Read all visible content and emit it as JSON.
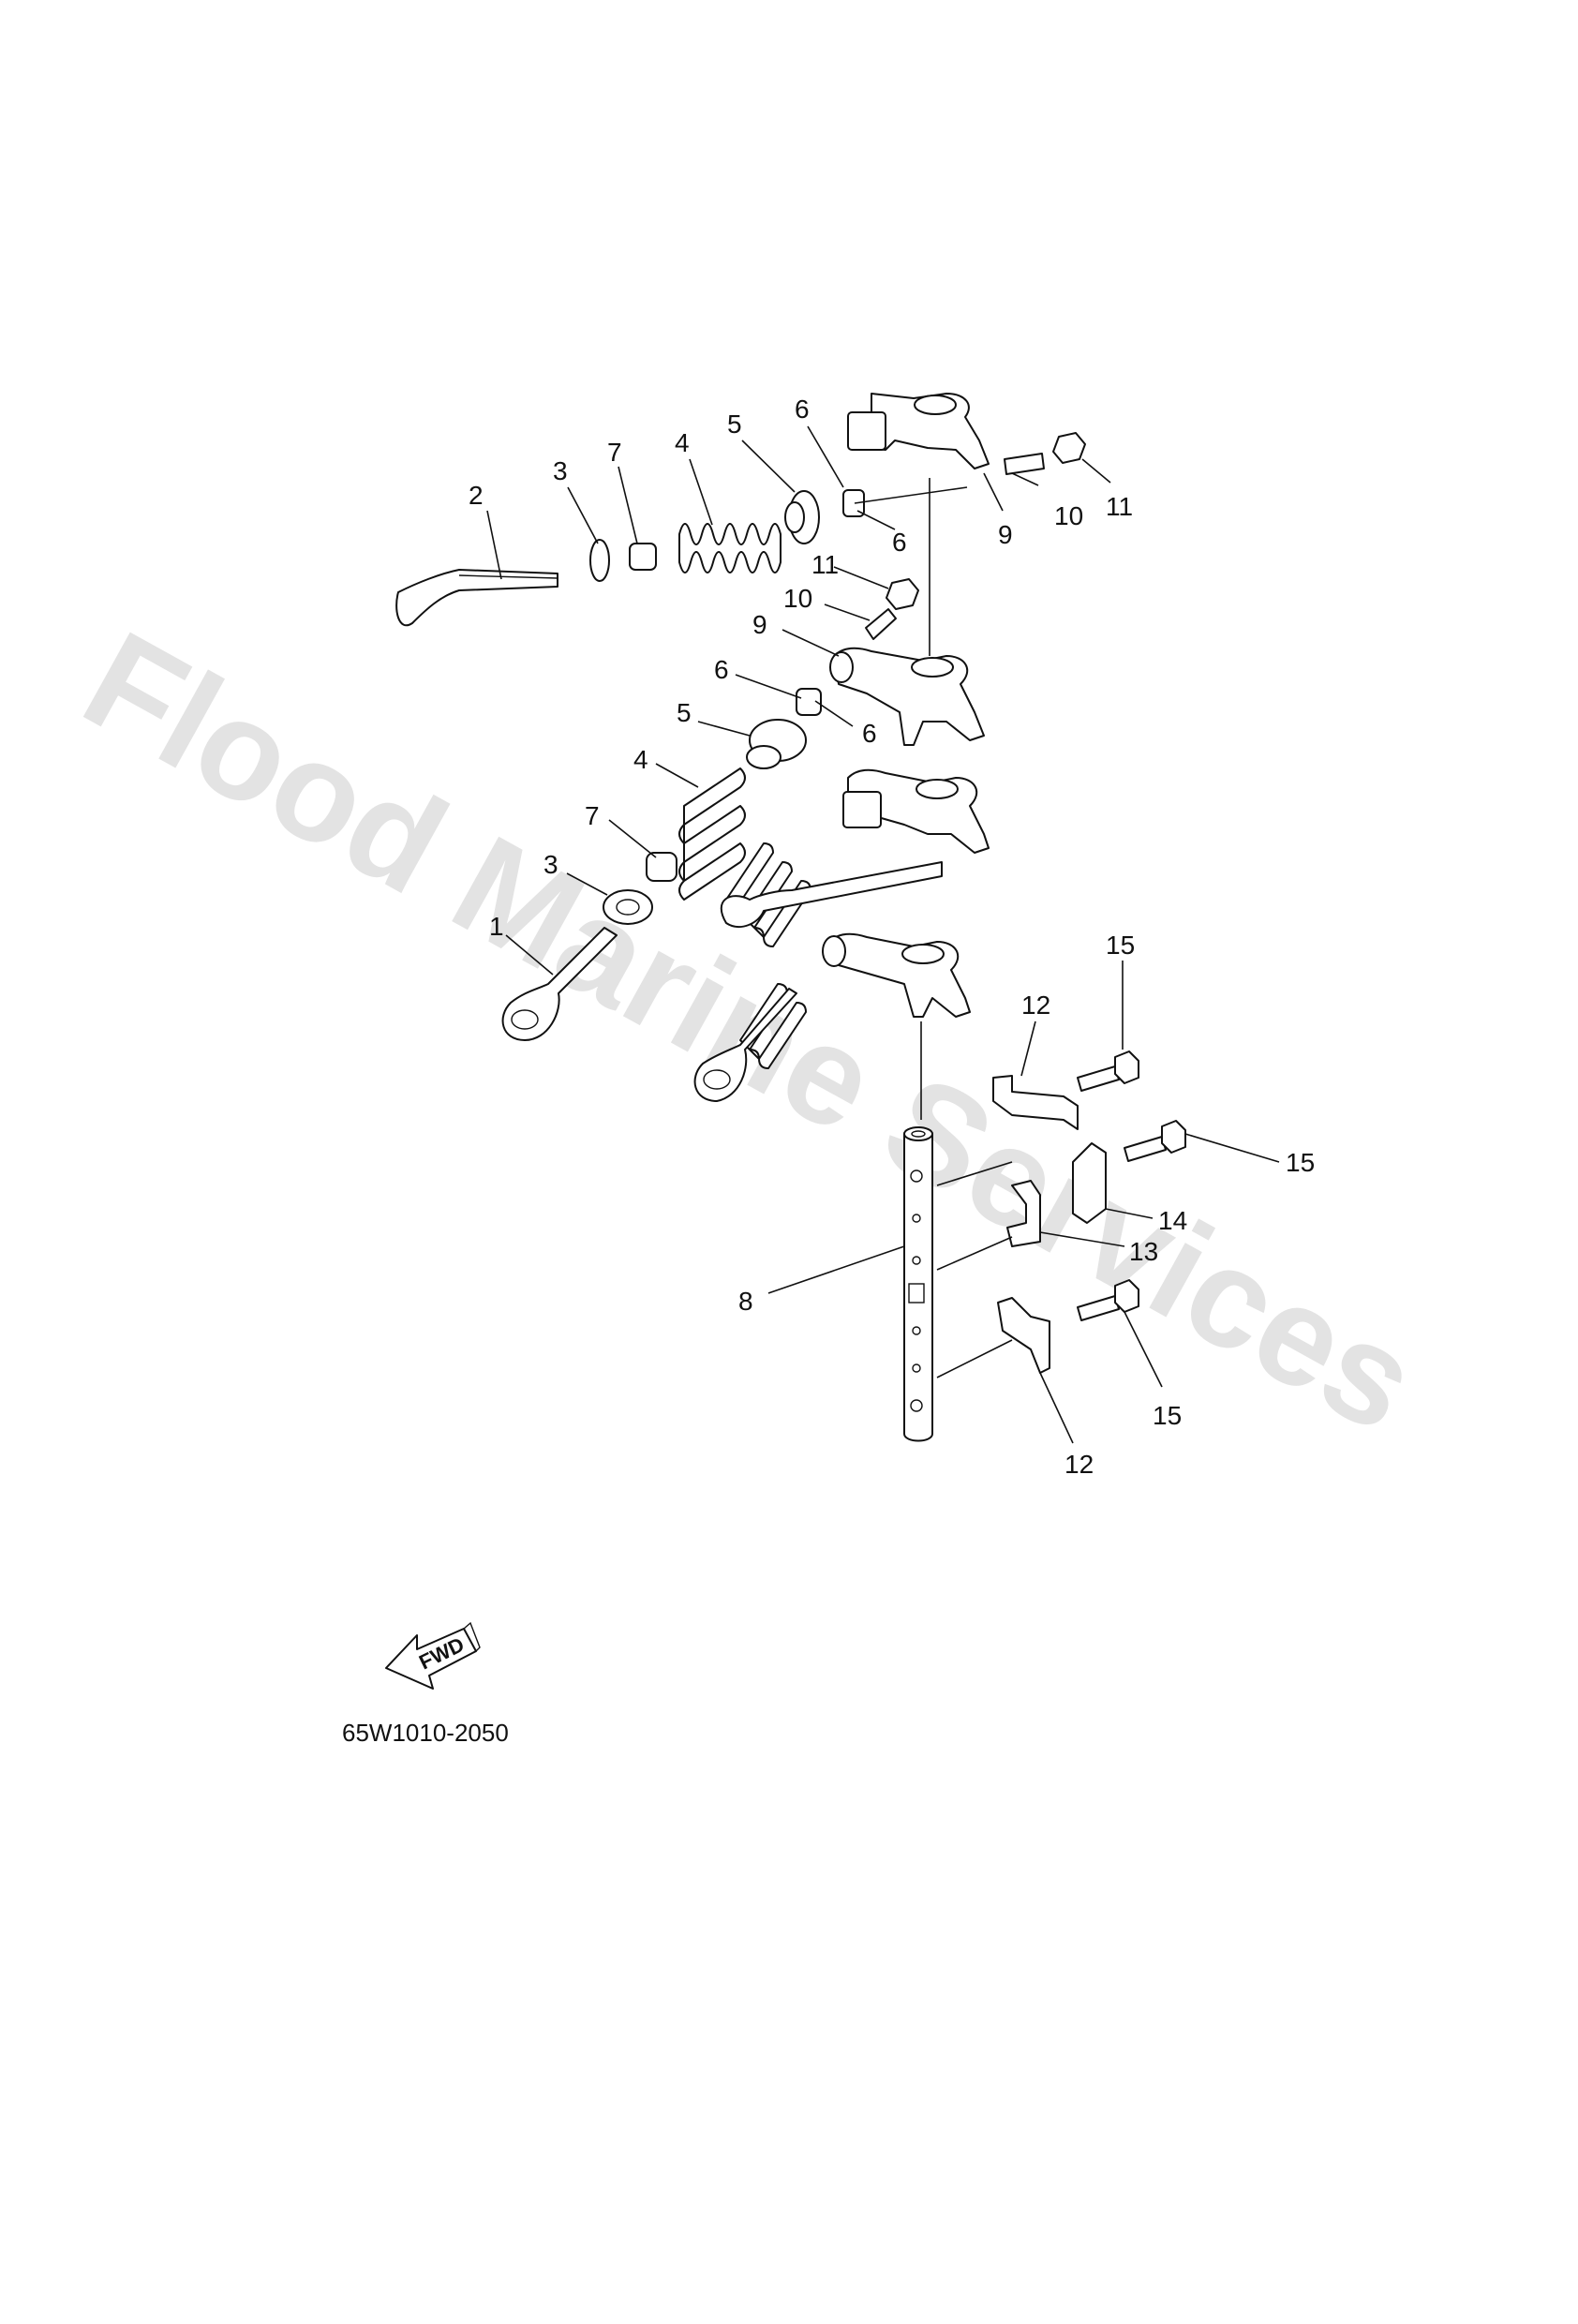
{
  "watermark": "Flood Marine Services",
  "diagram_code": "65W1010-2050",
  "fwd_label": "FWD",
  "callouts": [
    {
      "id": "c1",
      "label": "1"
    },
    {
      "id": "c2",
      "label": "2"
    },
    {
      "id": "c3a",
      "label": "3"
    },
    {
      "id": "c3b",
      "label": "3"
    },
    {
      "id": "c4a",
      "label": "4"
    },
    {
      "id": "c4b",
      "label": "4"
    },
    {
      "id": "c5a",
      "label": "5"
    },
    {
      "id": "c5b",
      "label": "5"
    },
    {
      "id": "c6a",
      "label": "6"
    },
    {
      "id": "c6b",
      "label": "6"
    },
    {
      "id": "c6c",
      "label": "6"
    },
    {
      "id": "c6d",
      "label": "6"
    },
    {
      "id": "c7a",
      "label": "7"
    },
    {
      "id": "c7b",
      "label": "7"
    },
    {
      "id": "c8",
      "label": "8"
    },
    {
      "id": "c9a",
      "label": "9"
    },
    {
      "id": "c9b",
      "label": "9"
    },
    {
      "id": "c10a",
      "label": "10"
    },
    {
      "id": "c10b",
      "label": "10"
    },
    {
      "id": "c11a",
      "label": "11"
    },
    {
      "id": "c11b",
      "label": "11"
    },
    {
      "id": "c12a",
      "label": "12"
    },
    {
      "id": "c12b",
      "label": "12"
    },
    {
      "id": "c13",
      "label": "13"
    },
    {
      "id": "c14",
      "label": "14"
    },
    {
      "id": "c15a",
      "label": "15"
    },
    {
      "id": "c15b",
      "label": "15"
    },
    {
      "id": "c15c",
      "label": "15"
    }
  ]
}
